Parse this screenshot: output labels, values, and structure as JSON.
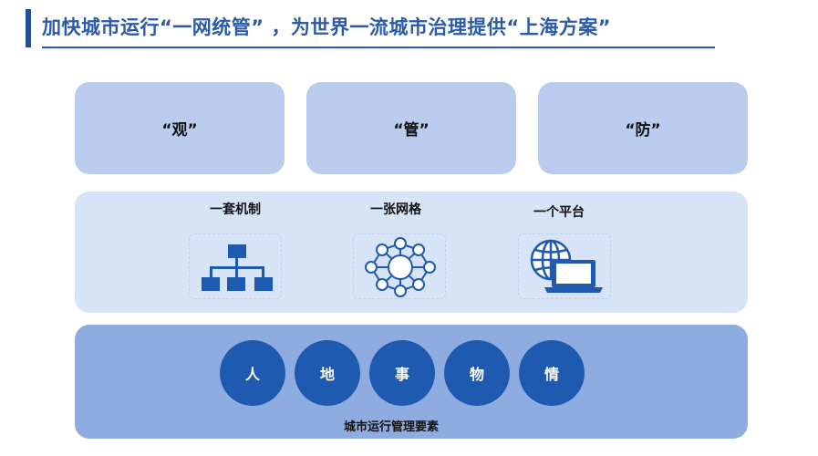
{
  "header": {
    "title": "加快城市运行“一网统管” ，为世界一流城市治理提供“上海方案”"
  },
  "pillars": [
    {
      "label": "“观”"
    },
    {
      "label": "“管”"
    },
    {
      "label": "“防”"
    }
  ],
  "mechanisms": [
    {
      "label": "一套机制",
      "icon": "org-chart-icon"
    },
    {
      "label": "一张网格",
      "icon": "network-grid-icon"
    },
    {
      "label": "一个平台",
      "icon": "globe-laptop-icon"
    }
  ],
  "elements": {
    "items": [
      "人",
      "地",
      "事",
      "物",
      "情"
    ],
    "caption": "城市运行管理要素"
  },
  "colors": {
    "accent": "#1f4e9a",
    "title": "#2a5aa8",
    "pillar_bg": "#b9ccee",
    "middle_bg": "#d7e3f7",
    "bottom_bg": "#8eacdf",
    "circle": "#1f5ab1",
    "icon": "#1f5ab1"
  }
}
